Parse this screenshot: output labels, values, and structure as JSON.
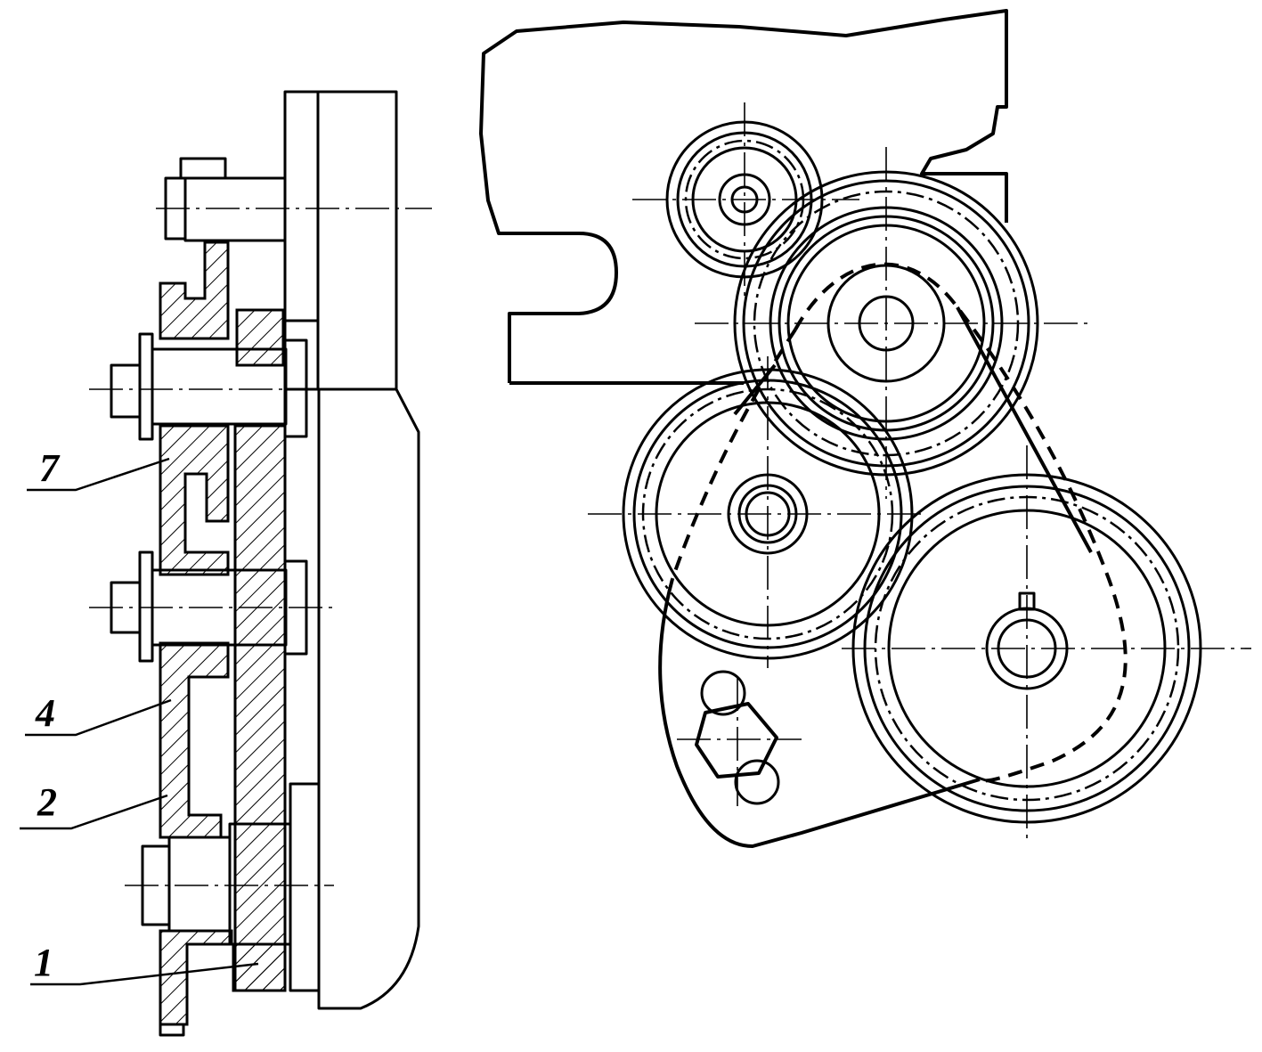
{
  "callouts": [
    {
      "label": "7"
    },
    {
      "label": "4"
    },
    {
      "label": "2"
    },
    {
      "label": "1"
    }
  ],
  "colors": {
    "stroke": "#000000",
    "background": "#ffffff"
  }
}
